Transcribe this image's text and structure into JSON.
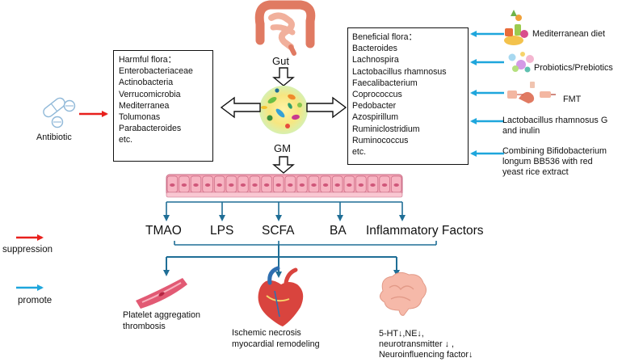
{
  "colors": {
    "suppression": "#e8201c",
    "promote": "#1ea6dc",
    "connector": "#1f6e96",
    "epithelium": "#f6a6b6",
    "intestine": "#e9967e"
  },
  "harmful_box": {
    "title": "Harmful flora：",
    "items": [
      "Enterobacteriaceae",
      "Actinobacteria",
      "Verrucomicrobia",
      "Mediterranea",
      "Tolumonas",
      "Parabacteroides",
      "etc."
    ]
  },
  "beneficial_box": {
    "title": "Beneficial flora：",
    "items": [
      "Bacteroides",
      "Lachnospira",
      "Lactobacillus rhamnosus",
      "Faecalibacterium",
      "Coprococcus",
      "Pedobacter",
      "Azospirillum",
      "Ruminiclostridium",
      "Ruminococcus",
      "etc."
    ]
  },
  "gut_label": "Gut",
  "gm_label": "GM",
  "antibiotic_label": "Antibiotic",
  "interventions": [
    {
      "lines": [
        "Mediterranean diet"
      ],
      "icon": "food-icon"
    },
    {
      "lines": [
        "Probiotics/Prebiotics"
      ],
      "icon": "probiotics-icon"
    },
    {
      "lines": [
        "FMT"
      ],
      "icon": "fmt-icon"
    },
    {
      "lines": [
        "Lactobacillus rhamnosus G",
        "and inulin"
      ],
      "icon": ""
    },
    {
      "lines": [
        "Combining Bifidobacterium",
        "longum BB536 with red",
        "yeast rice extract"
      ],
      "icon": ""
    }
  ],
  "metabolites": [
    "TMAO",
    "LPS",
    "SCFA",
    "BA",
    "Inflammatory Factors"
  ],
  "outcomes": {
    "platelet": [
      "Platelet aggregation",
      "thrombosis"
    ],
    "heart": [
      "Ischemic necrosis",
      "myocardial remodeling"
    ],
    "brain": [
      "5-HT↓,NE↓,",
      "neurotransmitter ↓ ,",
      "Neuroinfluencing factor↓"
    ]
  },
  "legend": {
    "suppression": "suppression",
    "promote": "promote"
  }
}
